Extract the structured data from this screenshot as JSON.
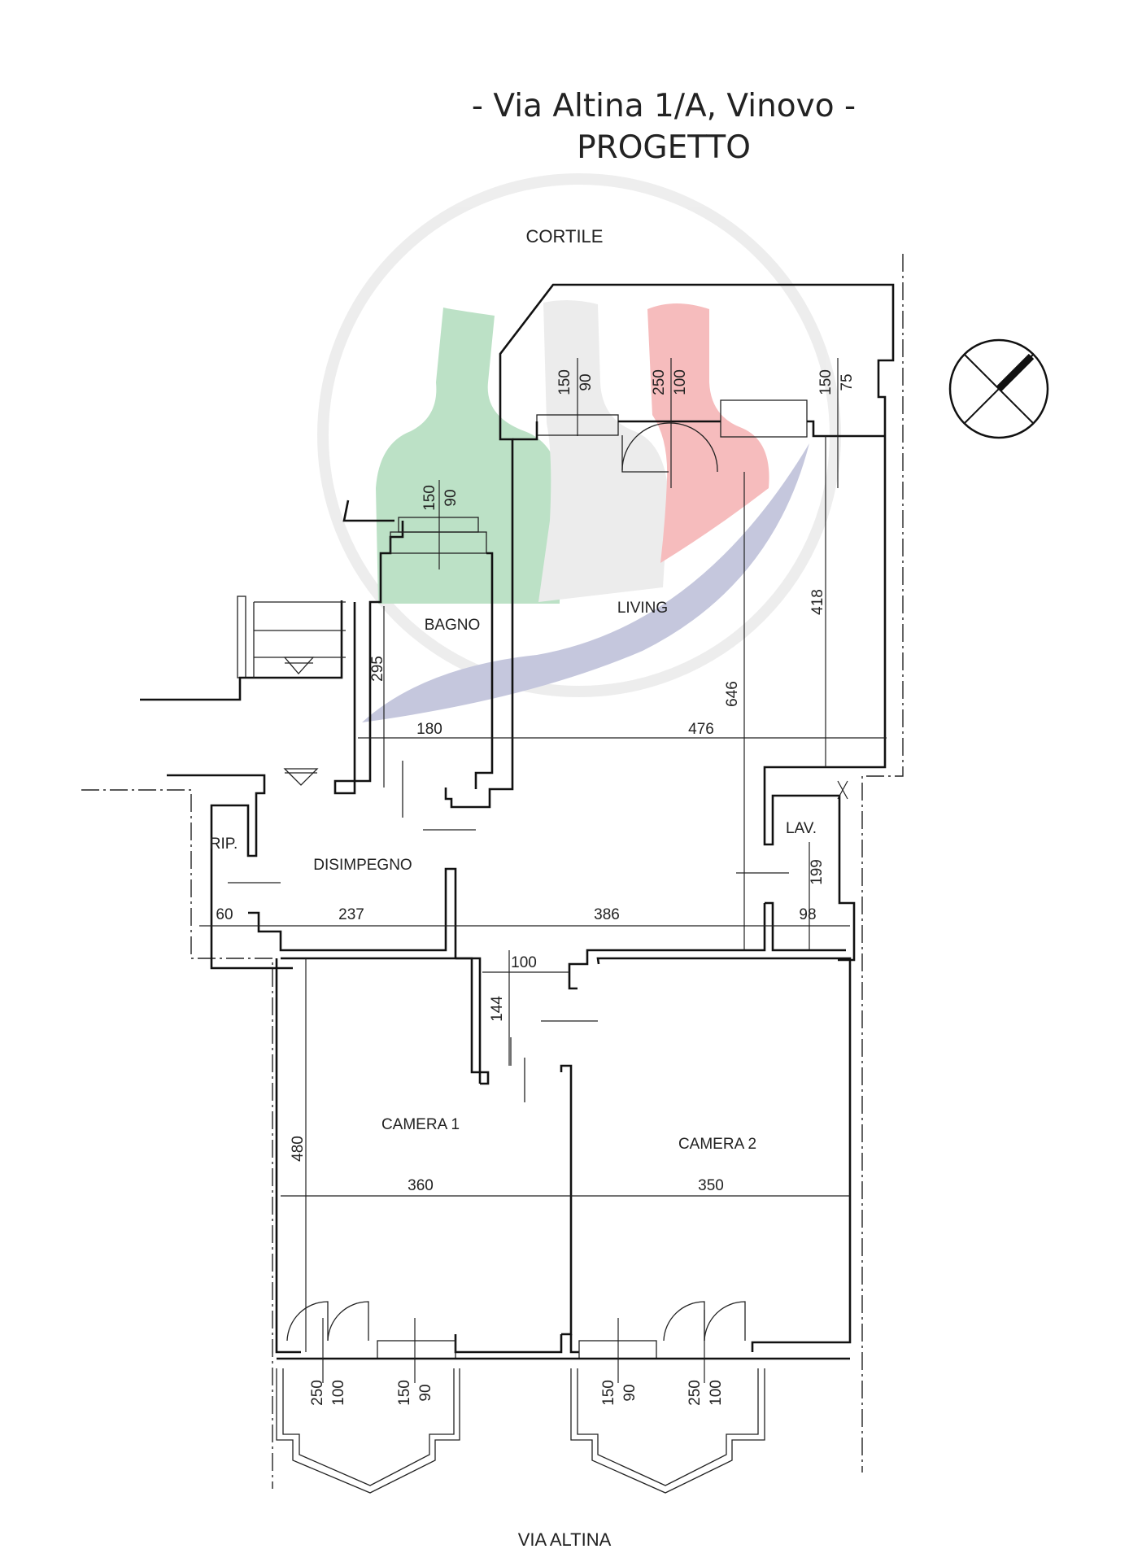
{
  "header": {
    "title_line1": "- Via Altina 1/A, Vinovo -",
    "title_line2": "PROGETTO"
  },
  "labels": {
    "courtyard": "CORTILE",
    "street": "VIA ALTINA"
  },
  "rooms": {
    "bagno": "BAGNO",
    "living": "LIVING",
    "disimpegno": "DISIMPEGNO",
    "rip": "RIP.",
    "lav": "LAV.",
    "camera1": "CAMERA 1",
    "camera2": "CAMERA 2"
  },
  "dimensions": {
    "bagno_h": "295",
    "bagno_w": "180",
    "living_w": "476",
    "living_h": "646",
    "living_right_h": "418",
    "lav_h": "199",
    "rip_w": "60",
    "hall_w1": "237",
    "hall_w2": "386",
    "lav_w": "98",
    "door_w": "100",
    "corr_h": "144",
    "camera1_h": "480",
    "camera1_w": "360",
    "camera2_w": "350"
  },
  "openings": {
    "bagno_window": [
      "150",
      "90"
    ],
    "living_window_left": [
      "150",
      "90"
    ],
    "living_door": [
      "250",
      "100"
    ],
    "living_window_right": [
      "150",
      "75"
    ],
    "camera1_door": [
      "250",
      "100"
    ],
    "camera1_window": [
      "150",
      "90"
    ],
    "camera2_window": [
      "150",
      "90"
    ],
    "camera2_door": [
      "250",
      "100"
    ]
  },
  "icons": {
    "compass": "north-arrow-icon",
    "watermark": "agency-logo-watermark"
  },
  "colors": {
    "wall": "#111111",
    "logo_green": "#b9e0c4",
    "logo_grey": "#ececec",
    "logo_red": "#f6b9ba",
    "logo_arc": "#c2c5dc"
  }
}
